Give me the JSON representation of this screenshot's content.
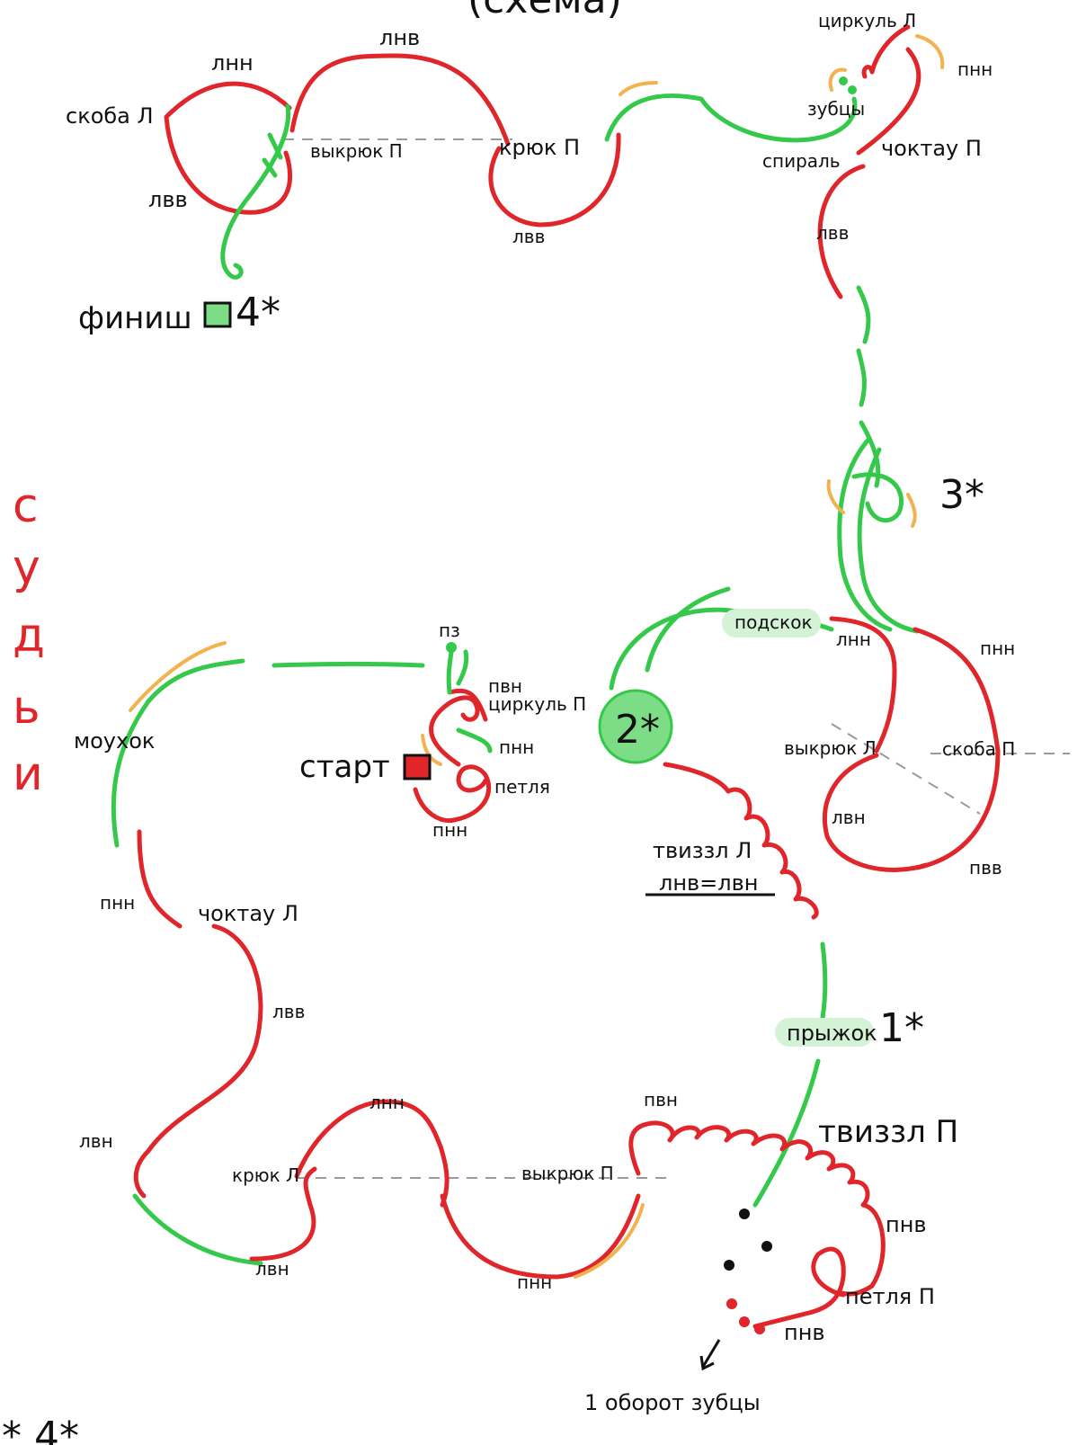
{
  "header": {
    "title_partial": "(схема)"
  },
  "side_label": {
    "letters": [
      "с",
      "у",
      "д",
      "ь",
      "и"
    ]
  },
  "markers": {
    "start": "старт",
    "finish": "финиш",
    "m1": "1*",
    "m2": "2*",
    "m3": "3*",
    "m4": "4*"
  },
  "labels": {
    "skoba_l": "скоба Л",
    "lnn_top": "лнн",
    "lvv_top": "лвв",
    "lnv_top": "лнв",
    "vykryuk_p_top": "выкрюк П",
    "kryuk_p": "крюк П",
    "lvv_mid": "лвв",
    "tsirkul_l": "циркуль Л",
    "pnn_top": "пнн",
    "zubtsy": "зубцы",
    "spiral": "спираль",
    "choktau_p": "чоктау П",
    "lvv_right": "лвв",
    "podskok": "подскок",
    "lnn_right": "лнн",
    "pnn_right": "пнн",
    "vykryuk_l": "выкрюк Л",
    "skoba_p": "скоба П",
    "lvn_right": "лвн",
    "pvv": "пвв",
    "pz": "пз",
    "pvn_center": "пвн",
    "tsirkul_p": "циркуль П",
    "pnn_center": "пнн",
    "petlya": "петля",
    "pnn_center2": "пнн",
    "mouhok": "моухок",
    "twizzle_l": "твиззл Л",
    "lnv_eq_lvn": "лнв=лвн",
    "pnn_left": "пнн",
    "choktau_l": "чоктау Л",
    "lvv_left": "лвв",
    "pryzhok": "прыжок",
    "lvn_left": "лвн",
    "lnn_bottom": "лнн",
    "kryuk_l": "крюк Л",
    "vykryuk_p_bottom": "выкрюк П",
    "pvn_bottom": "пвн",
    "twizzle_p": "твиззл П",
    "pnv_1": "пнв",
    "petlya_p": "петля П",
    "pnv_2": "пнв",
    "lvn_bottom": "лвн",
    "pnn_bottom": "пнн",
    "oborot": "1 оборот зубцы"
  },
  "footer": {
    "partial": "* 4*"
  },
  "colors": {
    "edge_red": "#e0252b",
    "transition_green": "#34c94a",
    "direction_orange": "#f2b24d",
    "highlight_green": "#d3f2d6",
    "marker_circle": "#7ddc86"
  }
}
